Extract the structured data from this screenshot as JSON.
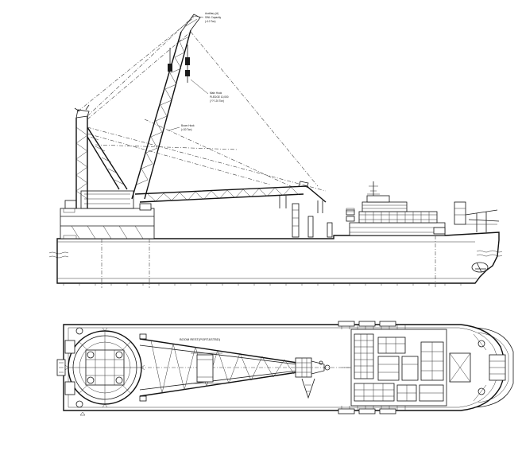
{
  "elevation": {
    "callouts": {
      "auxiliary_hook": [
        "Auxiliary (A)",
        "SWL Capacity",
        "(=10 Ton)"
      ],
      "main_hook": [
        "Main Hook",
        "PLEDGE 10,000",
        "(???-20 Ton)"
      ],
      "boom_hook": [
        "Boom Hook",
        "(=30 Ton)"
      ]
    }
  },
  "plan": {
    "deck_note": "BOOM REST(PORT&STBD)"
  }
}
